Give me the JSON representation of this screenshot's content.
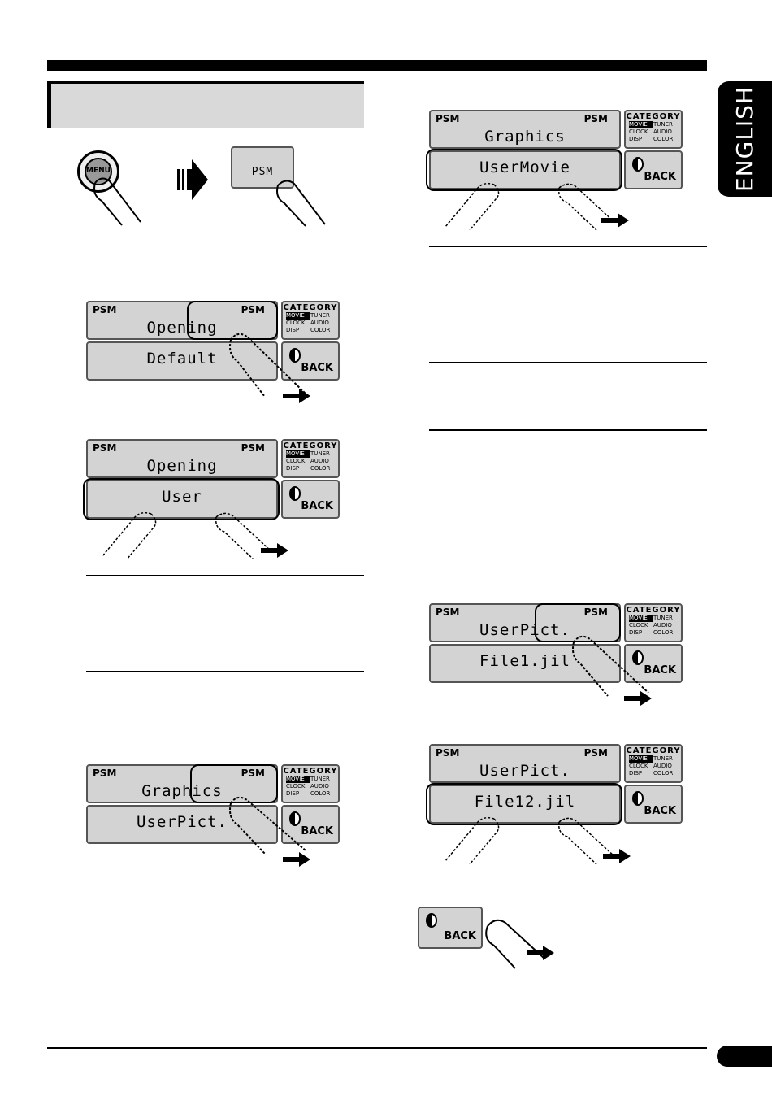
{
  "language_tab": "ENGLISH",
  "intro": {
    "menu_label": "MENU",
    "psm_label": "PSM"
  },
  "panels": [
    {
      "left_psm": "PSM",
      "right_psm": "PSM",
      "top": "Opening",
      "bottom": "Default",
      "category": {
        "title": "CATEGORY",
        "items": [
          "MOVIE",
          "TUNER",
          "CLOCK",
          "AUDIO",
          "DISP",
          "COLOR"
        ]
      },
      "back": "BACK"
    },
    {
      "left_psm": "PSM",
      "right_psm": "PSM",
      "top": "Opening",
      "bottom": "User",
      "category": {
        "title": "CATEGORY",
        "items": [
          "MOVIE",
          "TUNER",
          "CLOCK",
          "AUDIO",
          "DISP",
          "COLOR"
        ]
      },
      "back": "BACK"
    },
    {
      "left_psm": "PSM",
      "right_psm": "PSM",
      "top": "Graphics",
      "bottom": "UserPict.",
      "category": {
        "title": "CATEGORY",
        "items": [
          "MOVIE",
          "TUNER",
          "CLOCK",
          "AUDIO",
          "DISP",
          "COLOR"
        ]
      },
      "back": "BACK"
    },
    {
      "left_psm": "PSM",
      "right_psm": "PSM",
      "top": "Graphics",
      "bottom": "UserMovie",
      "category": {
        "title": "CATEGORY",
        "items": [
          "MOVIE",
          "TUNER",
          "CLOCK",
          "AUDIO",
          "DISP",
          "COLOR"
        ]
      },
      "back": "BACK"
    },
    {
      "left_psm": "PSM",
      "right_psm": "PSM",
      "top": "UserPict.",
      "bottom": "File1.jil",
      "category": {
        "title": "CATEGORY",
        "items": [
          "MOVIE",
          "TUNER",
          "CLOCK",
          "AUDIO",
          "DISP",
          "COLOR"
        ]
      },
      "back": "BACK"
    },
    {
      "left_psm": "PSM",
      "right_psm": "PSM",
      "top": "UserPict.",
      "bottom": "File12.jil",
      "category": {
        "title": "CATEGORY",
        "items": [
          "MOVIE",
          "TUNER",
          "CLOCK",
          "AUDIO",
          "DISP",
          "COLOR"
        ]
      },
      "back": "BACK"
    }
  ],
  "final_back": "BACK"
}
